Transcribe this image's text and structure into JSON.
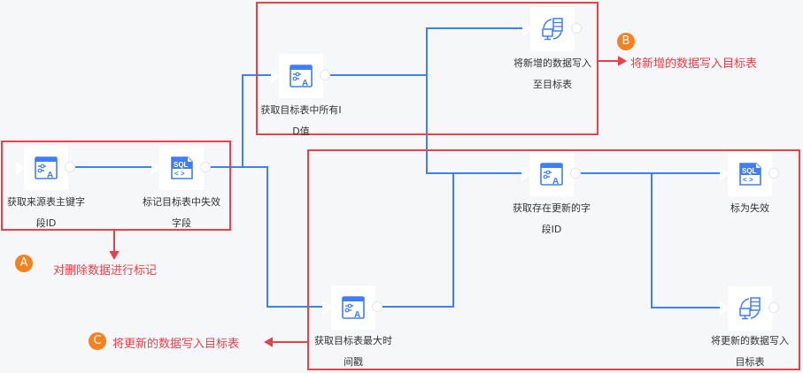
{
  "colors": {
    "edge": "#3b82f0",
    "highlight": "#e8414a",
    "badge": "#f58220",
    "icon": "#3f7ef3"
  },
  "nodes": [
    {
      "id": "n1",
      "type": "param-assign",
      "icon": "filter-table-icon",
      "label_line1": "获取来源表主键字",
      "label_line2": "段ID"
    },
    {
      "id": "n2",
      "type": "sql-script",
      "icon": "sql-icon",
      "label_line1": "标记目标表中失效",
      "label_line2": "字段"
    },
    {
      "id": "n3",
      "type": "param-assign",
      "icon": "filter-table-icon",
      "label_line1": "获取目标表中所有I",
      "label_line2": "D值"
    },
    {
      "id": "n4",
      "type": "data-sync",
      "icon": "data-sync-icon",
      "label_line1": "将新增的数据写入",
      "label_line2": "至目标表"
    },
    {
      "id": "n5",
      "type": "param-assign",
      "icon": "filter-table-icon",
      "label_line1": "获取存在更新的字",
      "label_line2": "段ID"
    },
    {
      "id": "n6",
      "type": "sql-script",
      "icon": "sql-icon",
      "label_line1": "标为失效",
      "label_line2": ""
    },
    {
      "id": "n7",
      "type": "param-assign",
      "icon": "filter-table-icon",
      "label_line1": "获取目标表最大时",
      "label_line2": "间戳"
    },
    {
      "id": "n8",
      "type": "data-sync",
      "icon": "data-sync-icon",
      "label_line1": "将更新的数据写入",
      "label_line2": "目标表"
    }
  ],
  "edges": [
    {
      "from": "n1",
      "to": "n2"
    },
    {
      "from": "n2",
      "to": "n3"
    },
    {
      "from": "n2",
      "to": "n7"
    },
    {
      "from": "n3",
      "to": "n4"
    },
    {
      "from": "n3",
      "to": "n5"
    },
    {
      "from": "n7",
      "to": "n5"
    },
    {
      "from": "n5",
      "to": "n6"
    },
    {
      "from": "n5",
      "to": "n8"
    }
  ],
  "annotations": {
    "a": {
      "badge": "A",
      "text": "对删除数据进行标记"
    },
    "b": {
      "badge": "B",
      "text": "将新增的数据写入目标表"
    },
    "c": {
      "badge": "C",
      "text": "将更新的数据写入目标表"
    }
  }
}
